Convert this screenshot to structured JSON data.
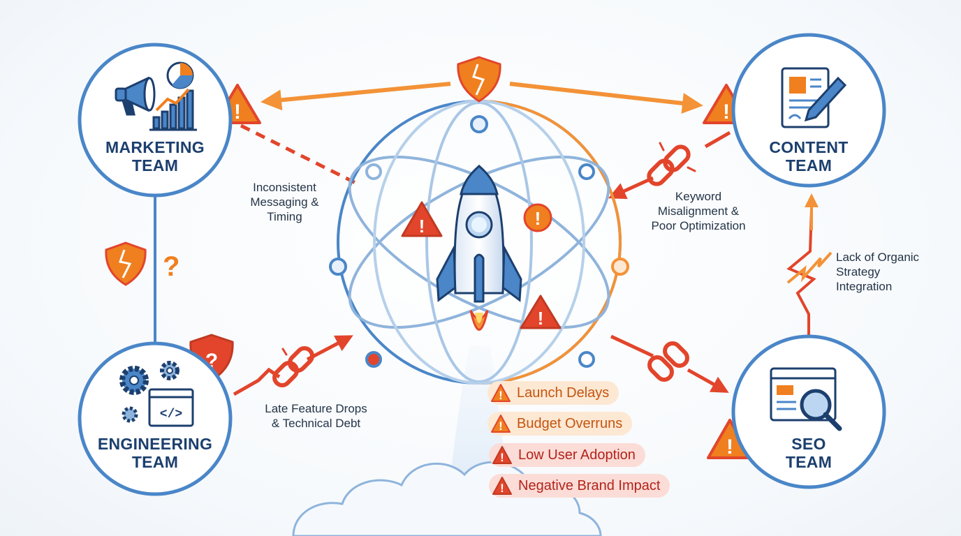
{
  "teams": {
    "marketing": {
      "line1": "MARKETING",
      "line2": "TEAM",
      "icon": "megaphone-chart-icon"
    },
    "content": {
      "line1": "CONTENT",
      "line2": "TEAM",
      "icon": "document-pen-icon"
    },
    "engineering": {
      "line1": "ENGINEERING",
      "line2": "TEAM",
      "icon": "gears-code-icon"
    },
    "seo": {
      "line1": "SEO",
      "line2": "TEAM",
      "icon": "browser-magnifier-icon"
    }
  },
  "issues": {
    "marketing_core": [
      "Inconsistent",
      "Messaging &",
      "Timing"
    ],
    "content_core": [
      "Keyword",
      "Misalignment &",
      "Poor Optimization"
    ],
    "engineering_core": [
      "Late Feature Drops",
      "& Technical Debt"
    ],
    "seo_content": [
      "Lack of Organic",
      "Strategy",
      "Integration"
    ]
  },
  "outcomes": [
    {
      "label": "Launch Delays",
      "tone": "orange"
    },
    {
      "label": "Budget Overruns",
      "tone": "orange"
    },
    {
      "label": "Low User Adoption",
      "tone": "red"
    },
    {
      "label": "Negative Brand Impact",
      "tone": "red"
    }
  ],
  "colors": {
    "team_ring": "#4a86c8",
    "dark_blue": "#1c3f6e",
    "orange": "#f39237",
    "red": "#e2452b",
    "warn_orange": "#f07f1f"
  }
}
